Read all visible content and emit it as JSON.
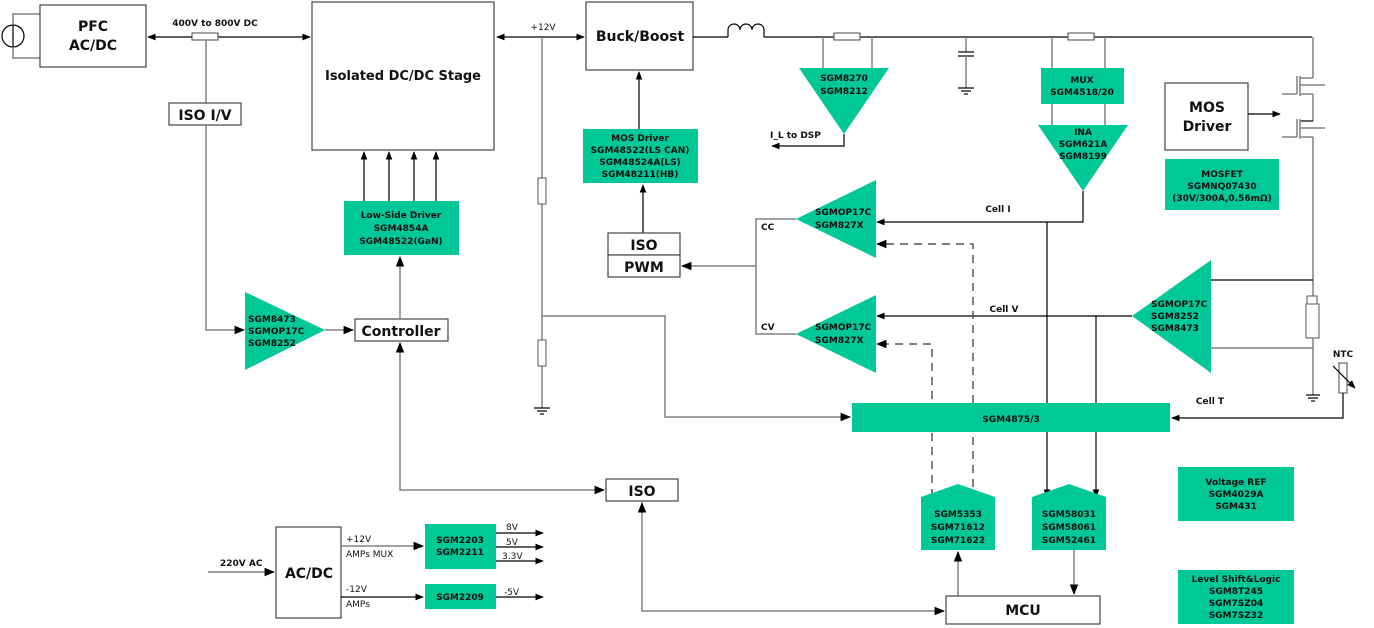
{
  "colors": {
    "accent": "#00c896",
    "line": "#000000",
    "line_gray": "#808080"
  },
  "blocks": {
    "pfc": [
      "PFC",
      "AC/DC"
    ],
    "iso_iv": "ISO I/V",
    "isolated_dcdc": "Isolated DC/DC Stage",
    "buck_boost": "Buck/Boost",
    "mos_driver_box": [
      "MOS",
      "Driver"
    ],
    "controller": "Controller",
    "iso_pwm": [
      "ISO",
      "PWM"
    ],
    "iso_mid": "ISO",
    "acdc": "AC/DC",
    "mcu": "MCU"
  },
  "labels": {
    "dc_bus": "400V to 800V DC",
    "plus12v": "+12V",
    "il_to_dsp": "I_L to DSP",
    "cc": "CC",
    "cv": "CV",
    "cell_i": "Cell I",
    "cell_v": "Cell V",
    "cell_t": "Cell T",
    "ntc": "NTC",
    "ac220": "220V AC",
    "plus12_amps": [
      "+12V",
      "AMPs MUX"
    ],
    "minus12_amps": [
      "-12V",
      "AMPs"
    ],
    "out_8v": "8V",
    "out_5v": "5V",
    "out_33v": "3.3V",
    "out_m5v": "-5V"
  },
  "chips": {
    "mos_driver": [
      "MOS Driver",
      "SGM48522(LS CAN)",
      "SGM48524A(LS)",
      "SGM48211(HB)"
    ],
    "low_side_driver": [
      "Low-Side Driver",
      "SGM4854A",
      "SGM48522(GaN)"
    ],
    "amp_sense_left": [
      "SGM8473",
      "SGMOP17C",
      "SGM8252"
    ],
    "cs_amp": [
      "SGM8270",
      "SGM8212"
    ],
    "mux": [
      "MUX",
      "SGM4518/20"
    ],
    "ina": [
      "INA",
      "SGM621A",
      "SGM8199"
    ],
    "mosfet": [
      "MOSFET",
      "SGMNQ07430",
      "(30V/300A,0.56mΩ)"
    ],
    "cc_amp": [
      "SGMOP17C",
      "SGM827X"
    ],
    "cv_amp": [
      "SGMOP17C",
      "SGM827X"
    ],
    "cell_v_amp": [
      "SGMOP17C",
      "SGM8252",
      "SGM8473"
    ],
    "afe": "SGM4875/3",
    "dac": [
      "SGM5353",
      "SGM71612",
      "SGM71622"
    ],
    "adc": [
      "SGM58031",
      "SGM58061",
      "SGM52461"
    ],
    "voltage_ref": [
      "Voltage REF",
      "SGM4029A",
      "SGM431"
    ],
    "level_shift": [
      "Level Shift&Logic",
      "SGM8T245",
      "SGM7SZ04",
      "SGM7SZ32"
    ],
    "ldo_pos": [
      "SGM2203",
      "SGM2211"
    ],
    "ldo_neg": "SGM2209"
  }
}
